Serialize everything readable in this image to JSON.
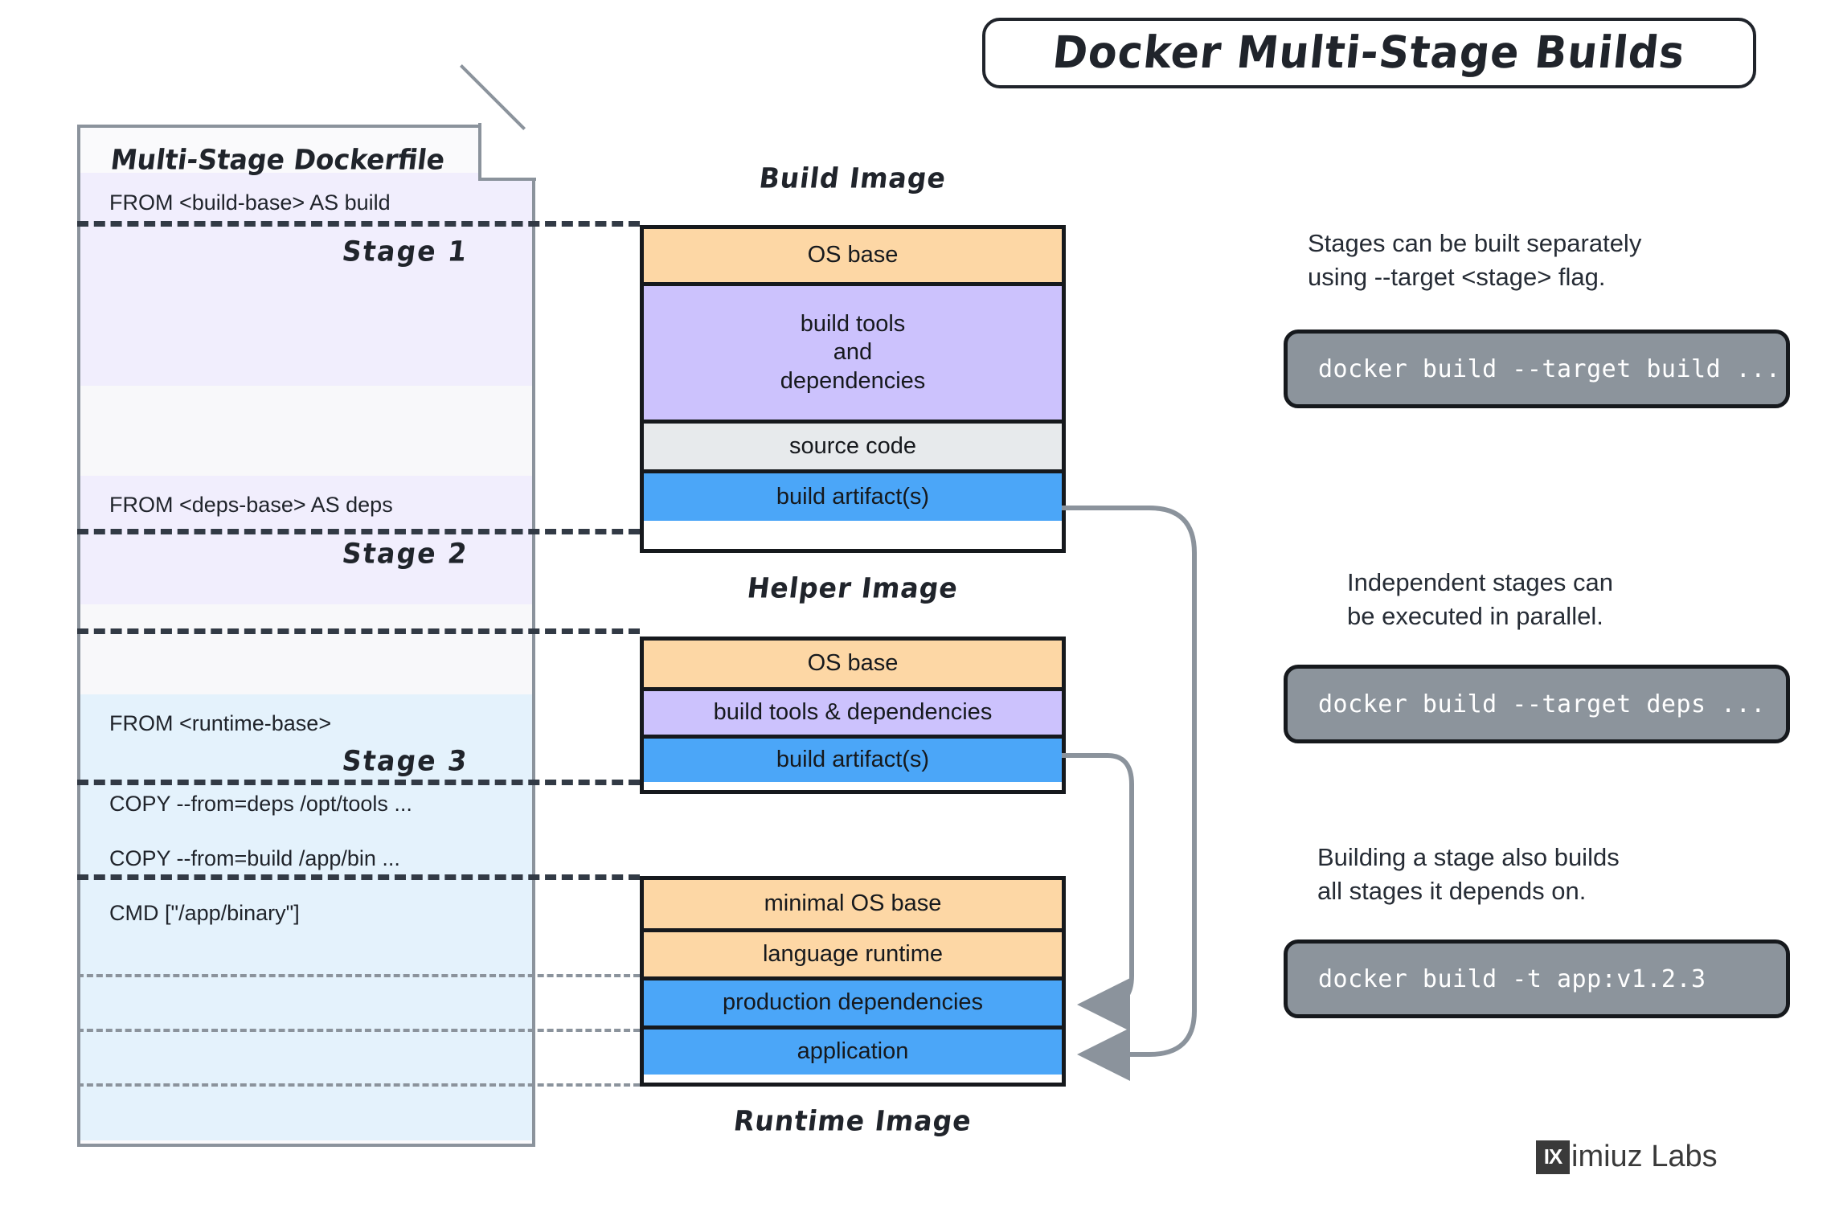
{
  "title": "Docker Multi-Stage Builds",
  "dockerfile": {
    "heading": "Multi-Stage Dockerfile",
    "lines": [
      {
        "code": "FROM <build-base> AS build",
        "stage_label": "Stage 1"
      },
      {
        "code": "FROM <deps-base> AS deps",
        "stage_label": "Stage 2"
      },
      {
        "code": "FROM <runtime-base>",
        "stage_label": "Stage 3"
      },
      {
        "code": "COPY  --from=deps /opt/tools ...",
        "stage_label": ""
      },
      {
        "code": "COPY  --from=build /app/bin ...",
        "stage_label": ""
      },
      {
        "code": "CMD [\"/app/binary\"]",
        "stage_label": ""
      }
    ]
  },
  "images": [
    {
      "caption": "Build Image",
      "caption_position": "top",
      "layers": [
        {
          "label": "OS base",
          "color": "#fdd7a5"
        },
        {
          "label": "build tools\nand\ndependencies",
          "color": "#ccc2fd"
        },
        {
          "label": "source code",
          "color": "#e7eaec"
        },
        {
          "label": "build artifact(s)",
          "color": "#4ba6f8"
        }
      ]
    },
    {
      "caption": "Helper Image",
      "caption_position": "top",
      "layers": [
        {
          "label": "OS base",
          "color": "#fdd7a5"
        },
        {
          "label": "build tools & dependencies",
          "color": "#ccc2fd"
        },
        {
          "label": "build artifact(s)",
          "color": "#4ba6f8"
        }
      ]
    },
    {
      "caption": "Runtime Image",
      "caption_position": "bottom",
      "layers": [
        {
          "label": "minimal OS base",
          "color": "#fdd7a5"
        },
        {
          "label": "language runtime",
          "color": "#fdd7a5"
        },
        {
          "label": "production dependencies",
          "color": "#4ba6f8"
        },
        {
          "label": "application",
          "color": "#4ba6f8"
        }
      ]
    }
  ],
  "notes": [
    {
      "text": "Stages can be built separately\nusing --target <stage> flag.",
      "command": "docker build --target build ..."
    },
    {
      "text": "Independent stages can\nbe executed in parallel.",
      "command": "docker build --target deps ..."
    },
    {
      "text": "Building a stage also builds\nall stages it depends on.",
      "command": "docker build -t app:v1.2.3"
    }
  ],
  "logo": {
    "mark": "IX",
    "text": "imiuz Labs"
  },
  "colors": {
    "os_base": "#fdd7a5",
    "build_tools": "#ccc2fd",
    "source_code": "#e7eaec",
    "artifact": "#4ba6f8",
    "stage_panel_build": "#f1eefd",
    "stage_panel_runtime": "#e4f2fc",
    "command_box": "#8c949c",
    "outline": "#16191d",
    "doc_border": "#8b939c"
  }
}
